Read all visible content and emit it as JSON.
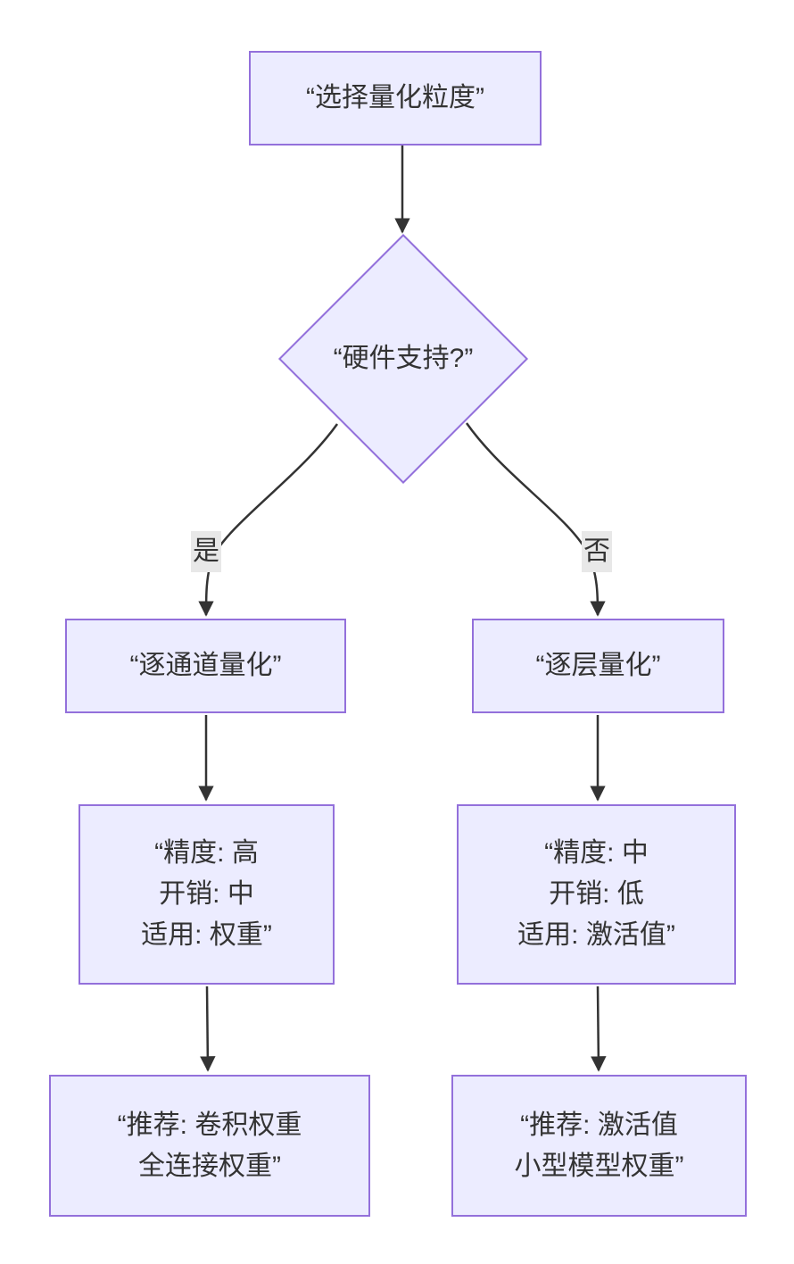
{
  "diagram": {
    "type": "flowchart",
    "direction": "top-bottom",
    "colors": {
      "node_fill": "#ECECFF",
      "node_border": "#9370DB",
      "edge_line": "#333333",
      "text": "#333333",
      "edge_label_background": "#E8E8E8",
      "background": "#FFFFFF"
    },
    "nodes": {
      "select_granularity": {
        "shape": "rect",
        "label": "“选择量化粒度”"
      },
      "hardware_support": {
        "shape": "diamond",
        "label": "“硬件支持?”"
      },
      "per_channel": {
        "shape": "rect",
        "label": "“逐通道量化”"
      },
      "per_layer": {
        "shape": "rect",
        "label": "“逐层量化”"
      },
      "per_channel_props": {
        "shape": "rect",
        "lines": [
          "“精度: 高",
          "开销: 中",
          "适用: 权重”"
        ]
      },
      "per_layer_props": {
        "shape": "rect",
        "lines": [
          "“精度: 中",
          "开销: 低",
          "适用: 激活值”"
        ]
      },
      "per_channel_rec": {
        "shape": "rect",
        "lines": [
          "“推荐: 卷积权重",
          "全连接权重”"
        ]
      },
      "per_layer_rec": {
        "shape": "rect",
        "lines": [
          "“推荐: 激活值",
          "小型模型权重”"
        ]
      }
    },
    "edge_labels": {
      "yes": "是",
      "no": "否"
    },
    "edges": [
      {
        "from": "select_granularity",
        "to": "hardware_support",
        "label": ""
      },
      {
        "from": "hardware_support",
        "to": "per_channel",
        "label": "是"
      },
      {
        "from": "hardware_support",
        "to": "per_layer",
        "label": "否"
      },
      {
        "from": "per_channel",
        "to": "per_channel_props",
        "label": ""
      },
      {
        "from": "per_layer",
        "to": "per_layer_props",
        "label": ""
      },
      {
        "from": "per_channel_props",
        "to": "per_channel_rec",
        "label": ""
      },
      {
        "from": "per_layer_props",
        "to": "per_layer_rec",
        "label": ""
      }
    ]
  }
}
